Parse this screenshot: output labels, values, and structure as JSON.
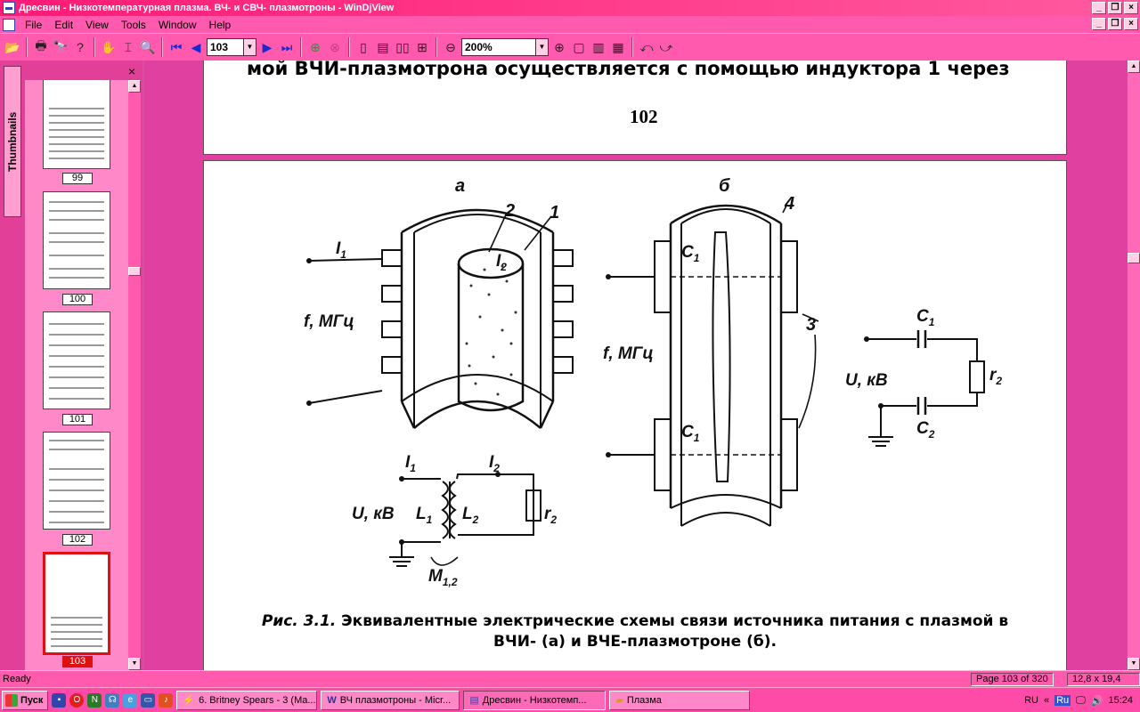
{
  "window": {
    "title": "Дресвин - Низкотемпературная плазма. ВЧ- и СВЧ- плазмотроны - WinDjView"
  },
  "menu": [
    "File",
    "Edit",
    "View",
    "Tools",
    "Window",
    "Help"
  ],
  "toolbar": {
    "page_value": "103",
    "zoom_value": "200%"
  },
  "thumbnails": {
    "tab_label": "Thumbnails",
    "close_label": "×",
    "items": [
      {
        "label": "99"
      },
      {
        "label": "100"
      },
      {
        "label": "101"
      },
      {
        "label": "102"
      },
      {
        "label": "103",
        "selected": true
      }
    ]
  },
  "document": {
    "page102_line": "мой ВЧИ-плазмотрона осуществляется с помощью индуктора 1 через",
    "page102_number": "102",
    "figure": {
      "label_a": "а",
      "label_b": "б",
      "n1": "1",
      "n2": "2",
      "n3": "3",
      "n4": "4",
      "I1": "I",
      "I1_sub": "1",
      "I2": "I",
      "I2_sub": "2",
      "f_label": "f, МГц",
      "C1": "C",
      "C1_sub": "1",
      "C2": "C",
      "C2_sub": "2",
      "U_label": "U, кВ",
      "r2": "r",
      "r2_sub": "2",
      "L1": "L",
      "L1_sub": "1",
      "L2": "L",
      "L2_sub": "2",
      "M12": "M",
      "M12_sub": "1,2"
    },
    "caption_prefix": "Рис. 3.1.",
    "caption_line1": " Эквивалентные электрические схемы связи источника питания с плазмой в",
    "caption_line2": "ВЧИ- (а) и ВЧЕ-плазмотроне (б)."
  },
  "status": {
    "left": "Ready",
    "page_info": "Page 103 of 320",
    "size_info": "12,8 x 19,4 cm"
  },
  "taskbar": {
    "start_label": "Пуск",
    "tasks": [
      {
        "label": "6. Britney Spears - 3 (Ma..."
      },
      {
        "label": "ВЧ плазмотроны - Micr..."
      },
      {
        "label": "Дресвин - Низкотемп...",
        "active": true
      },
      {
        "label": "Плазма"
      }
    ],
    "lang": "RU",
    "kb": "Ru",
    "clock": "15:24"
  }
}
